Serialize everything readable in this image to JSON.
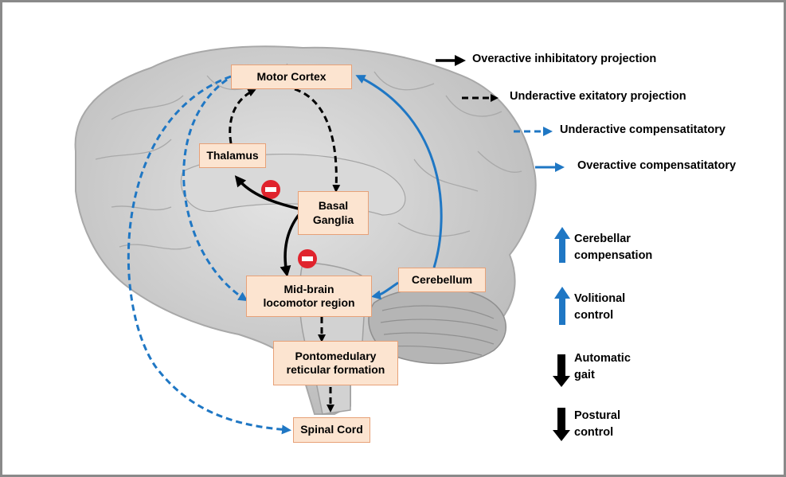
{
  "nodes": {
    "motor_cortex": "Motor Cortex",
    "thalamus": "Thalamus",
    "basal_ganglia": "Basal\nGanglia",
    "cerebellum": "Cerebellum",
    "midbrain": "Mid-brain\nlocomotor region",
    "pontomedullary": "Pontomedulary\nreticular formation",
    "spinal_cord": "Spinal Cord"
  },
  "legend": {
    "inhibitory": "Overactive inhibitatory projection",
    "excitatory": "Underactive exitatory projection",
    "under_comp": "Underactive compensatitatory",
    "over_comp": "Overactive compensatitatory"
  },
  "effects": {
    "cerebellar": "Cerebellar\ncompensation",
    "volitional": "Volitional\ncontrol",
    "automatic": "Automatic\ngait",
    "postural": "Postural\ncontrol"
  },
  "colors": {
    "node_fill": "#fce4d0",
    "node_border": "#e7a178",
    "blue": "#1f77c4",
    "inhibit_red": "#e0232d"
  }
}
